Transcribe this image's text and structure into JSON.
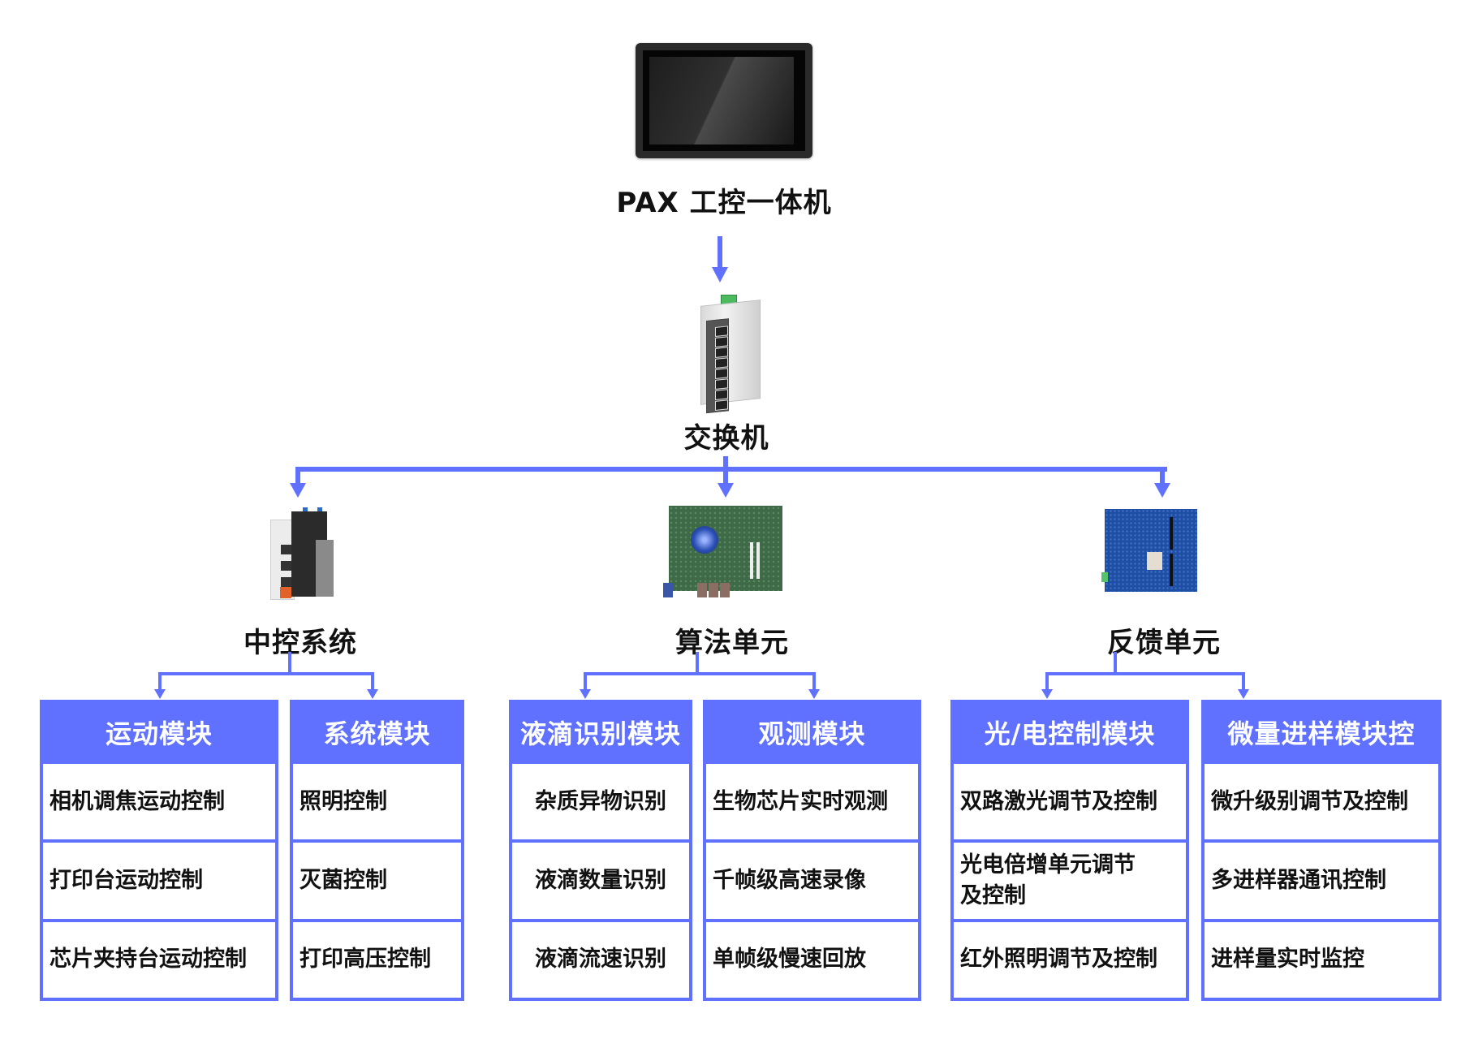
{
  "top": {
    "device_label": "PAX 工控一体机",
    "device_icon": "touch-panel-pc-image"
  },
  "switch": {
    "label": "交换机",
    "device_icon": "industrial-ethernet-switch-image"
  },
  "units": [
    {
      "label": "中控系统",
      "device_icon": "plc-controller-image",
      "modules": [
        {
          "title": "运动模块",
          "items": [
            "相机调焦运动控制",
            "打印台运动控制",
            "芯片夹持台运动控制"
          ]
        },
        {
          "title": "系统模块",
          "items": [
            "照明控制",
            "灭菌控制",
            "打印高压控制"
          ]
        }
      ]
    },
    {
      "label": "算法单元",
      "device_icon": "motherboard-image",
      "modules": [
        {
          "title": "液滴识别模块",
          "items": [
            "杂质异物识别",
            "液滴数量识别",
            "液滴流速识别"
          ]
        },
        {
          "title": "观测模块",
          "items": [
            "生物芯片实时观测",
            "千帧级高速录像",
            "单帧级慢速回放"
          ]
        }
      ]
    },
    {
      "label": "反馈单元",
      "device_icon": "fpga-board-image",
      "modules": [
        {
          "title": "光/电控制模块",
          "items": [
            "双路激光调节及控制",
            "光电倍增单元调节\n及控制",
            "红外照明调节及控制"
          ]
        },
        {
          "title": "微量进样模块控",
          "items": [
            "微升级别调节及控制",
            "多进样器通讯控制",
            "进样量实时监控"
          ]
        }
      ]
    }
  ],
  "colors": {
    "accent": "#6070ff",
    "text": "#111111",
    "header_text": "#ffffff"
  }
}
